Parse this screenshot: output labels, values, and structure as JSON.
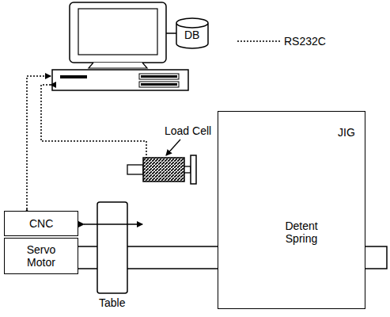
{
  "diagram": {
    "nodes": [
      {
        "text": [
          "DB"
        ]
      },
      {
        "text": [
          "CNC"
        ]
      },
      {
        "text": [
          "Servo Motor"
        ]
      },
      {
        "text": [
          "Table"
        ]
      },
      {
        "text": [
          "JIG",
          "Detent Spring"
        ]
      }
    ],
    "labels": [
      "Load Cell"
    ],
    "legend": [
      {
        "text": "RS232C"
      }
    ]
  }
}
